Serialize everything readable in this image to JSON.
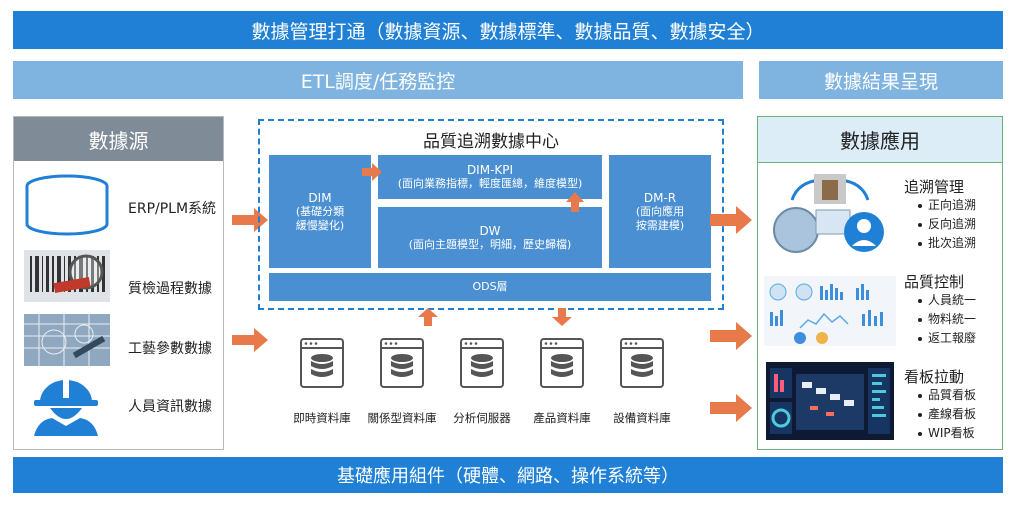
{
  "top_bar": {
    "label": "數據管理打通（數據資源、數據標準、數據品質、數據安全）"
  },
  "etl_bar": {
    "label": "ETL調度/任務監控"
  },
  "results_bar": {
    "label": "數據結果呈現"
  },
  "bottom_bar": {
    "label": "基礎應用組件（硬體、網路、操作系統等）"
  },
  "sources": {
    "title": "數據源",
    "items": [
      {
        "label": "ERP/PLM系統",
        "icon": "database-cylinder-icon"
      },
      {
        "label": "質檢過程數據",
        "icon": "barcode-photo-icon"
      },
      {
        "label": "工藝參數數據",
        "icon": "blueprint-photo-icon"
      },
      {
        "label": "人員資訊數據",
        "icon": "worker-helmet-icon"
      }
    ]
  },
  "center": {
    "title": "品質追溯數據中心",
    "dim": {
      "title": "DIM",
      "desc": "(基礎分類\n緩慢變化)"
    },
    "dim_kpi": {
      "title": "DIM-KPI",
      "desc": "(面向業務指標，輕度匯總，維度模型)"
    },
    "dw": {
      "title": "DW",
      "desc": "(面向主題模型，明細，歷史歸檔)"
    },
    "dm_r": {
      "title": "DM-R",
      "desc": "(面向應用\n按需建模)"
    },
    "ods": {
      "title": "ODS層"
    }
  },
  "databases": [
    {
      "label": "即時資料庫"
    },
    {
      "label": "關係型資料庫"
    },
    {
      "label": "分析伺服器"
    },
    {
      "label": "產品資料庫"
    },
    {
      "label": "設備資料庫"
    }
  ],
  "apps": {
    "title": "數據應用",
    "groups": [
      {
        "title": "追溯管理",
        "items": [
          "正向追溯",
          "反向追溯",
          "批次追溯"
        ]
      },
      {
        "title": "品質控制",
        "items": [
          "人員統一",
          "物料統一",
          "返工報廢"
        ]
      },
      {
        "title": "看板拉動",
        "items": [
          "品質看板",
          "產線看板",
          "WIP看板"
        ]
      }
    ]
  },
  "colors": {
    "primary_blue": "#1f80d6",
    "light_blue": "#7fb4e0",
    "block_blue": "#4a8fd2",
    "arrow_orange": "#e8794a",
    "gray_header": "#7f8c98"
  }
}
